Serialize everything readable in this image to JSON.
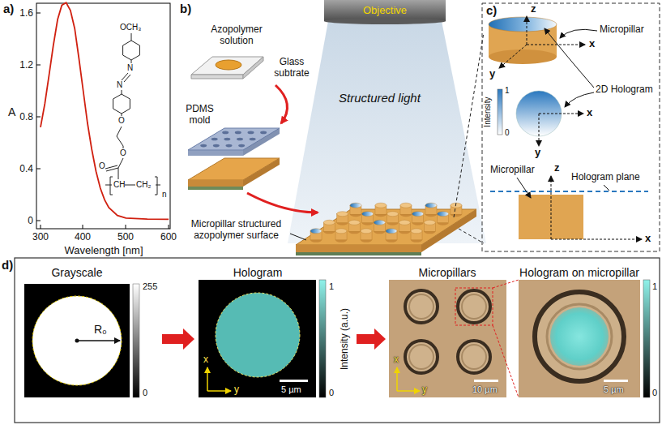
{
  "diagram": {
    "labels": [
      "a)",
      "A",
      "1.6",
      "1.2",
      "0.8",
      "0.4",
      "0",
      "300",
      "400",
      "500",
      "600",
      "Wavelength [nm]",
      "OCH₃",
      "N",
      "N",
      "O",
      "O",
      "O",
      "CH",
      "CH₂",
      "n",
      "b)",
      "Objective",
      "Azopolymer solution",
      "Glass subtrate",
      "PDMS mold",
      "Structured light",
      "Micropillar structured azopolymer surface",
      "c)",
      "z",
      "x",
      "y",
      "Micropillar",
      "2D Hologram",
      "Intensity",
      "1",
      "0",
      "x",
      "y",
      "z",
      "Micropillar",
      "Hologram plane",
      "x",
      "d)",
      "Grayscale",
      "255",
      "0",
      "R₀",
      "Hologram",
      "Intensity (a.u.)",
      "1",
      "0",
      "x",
      "y",
      "5 µm",
      "Micropillars",
      "x",
      "y",
      "10 µm",
      "Hologram on micropillar",
      "1",
      "0",
      "5 µm"
    ]
  }
}
